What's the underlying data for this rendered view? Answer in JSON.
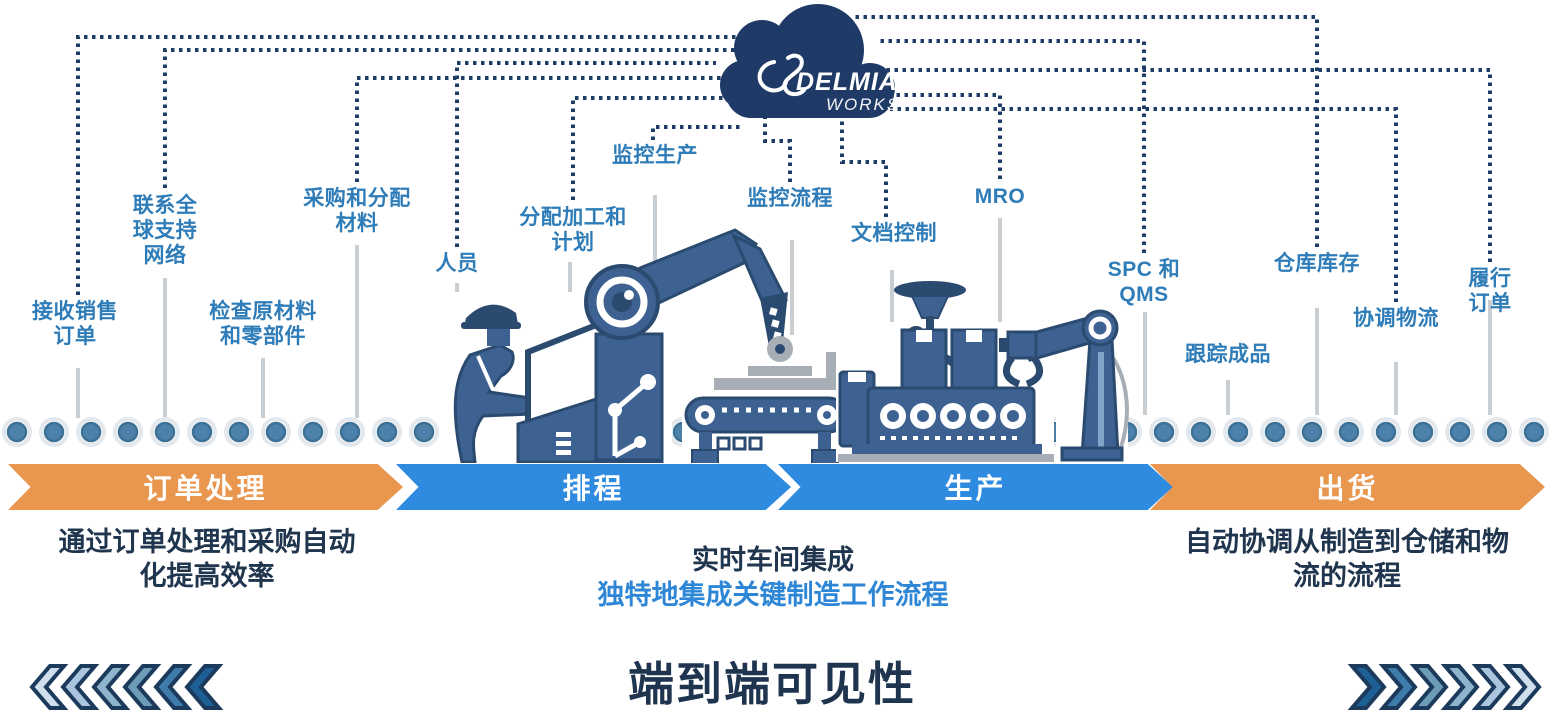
{
  "cloud": {
    "brand": "DELMIA",
    "brand_sub": "WORKS"
  },
  "callouts": {
    "receive_sales_orders": "接收销售\n订单",
    "global_support_network": "联系全\n球支持\n网络",
    "inspect_raw_materials": "检查原材料\n和零部件",
    "procure_allocate_materials": "采购和分配\n材料",
    "personnel": "人员",
    "assign_jobs_and_plan": "分配加工和\n计划",
    "monitor_production": "监控生产",
    "monitor_process": "监控流程",
    "document_control": "文档控制",
    "mro": "MRO",
    "spc_qms": "SPC 和\nQMS",
    "track_finished_goods": "跟踪成品",
    "warehouse_inventory": "仓库库存",
    "coordinate_logistics": "协调物流",
    "fulfill_orders": "履行订单"
  },
  "stages": [
    {
      "label": "订单处理",
      "color": "orange"
    },
    {
      "label": "排程",
      "color": "blue"
    },
    {
      "label": "生产",
      "color": "blue"
    },
    {
      "label": "出货",
      "color": "orange"
    }
  ],
  "captions": {
    "order_processing": "通过订单处理和采购自动\n化提高效率",
    "shopfloor_line1": "实时车间集成",
    "shopfloor_line2": "独特地集成关键制造工作流程",
    "shipping": "自动协调从制造到仓储和物\n流的流程"
  },
  "footer_title": "端到端可见性",
  "colors": {
    "orange": "#e9964e",
    "blue": "#2f8be0",
    "navy": "#1e3d66",
    "callout_blue": "#2e7cb8",
    "caption_navy": "#20354e",
    "caption_blue": "#2e86d6",
    "dot_inner": "#4d81a9",
    "dot_outer": "#e3e8ed",
    "grey_line": "#c9ced3",
    "illustration_fill": "#3d6190",
    "illustration_dark": "#2b4a6f",
    "illustration_grey": "#a7aeb5"
  },
  "chevron_palette": [
    "#cfe0ec",
    "#aac5dd",
    "#8fb5cd",
    "#6d9cb8",
    "#3d7cab",
    "#1d6096"
  ]
}
